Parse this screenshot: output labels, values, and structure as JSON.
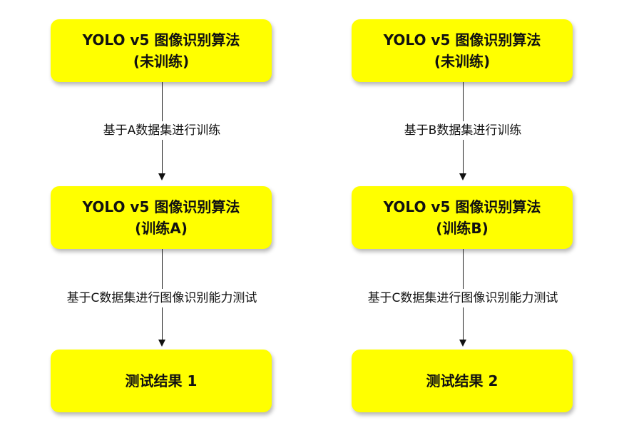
{
  "columns": [
    {
      "nodes": [
        {
          "lines": [
            "YOLO v5 图像识别算法",
            "(未训练)"
          ]
        },
        {
          "lines": [
            "YOLO v5 图像识别算法",
            "(训练A)"
          ]
        },
        {
          "lines": [
            "测试结果 1"
          ]
        }
      ],
      "edges": [
        {
          "label": "基于A数据集进行训练"
        },
        {
          "label": "基于C数据集进行图像识别能力测试"
        }
      ]
    },
    {
      "nodes": [
        {
          "lines": [
            "YOLO v5 图像识别算法",
            "(未训练)"
          ]
        },
        {
          "lines": [
            "YOLO v5 图像识别算法",
            "(训练B)"
          ]
        },
        {
          "lines": [
            "测试结果 2"
          ]
        }
      ],
      "edges": [
        {
          "label": "基于B数据集进行训练"
        },
        {
          "label": "基于C数据集进行图像识别能力测试"
        }
      ]
    }
  ],
  "colors": {
    "node_fill": "#ffff00",
    "line": "#222222"
  }
}
